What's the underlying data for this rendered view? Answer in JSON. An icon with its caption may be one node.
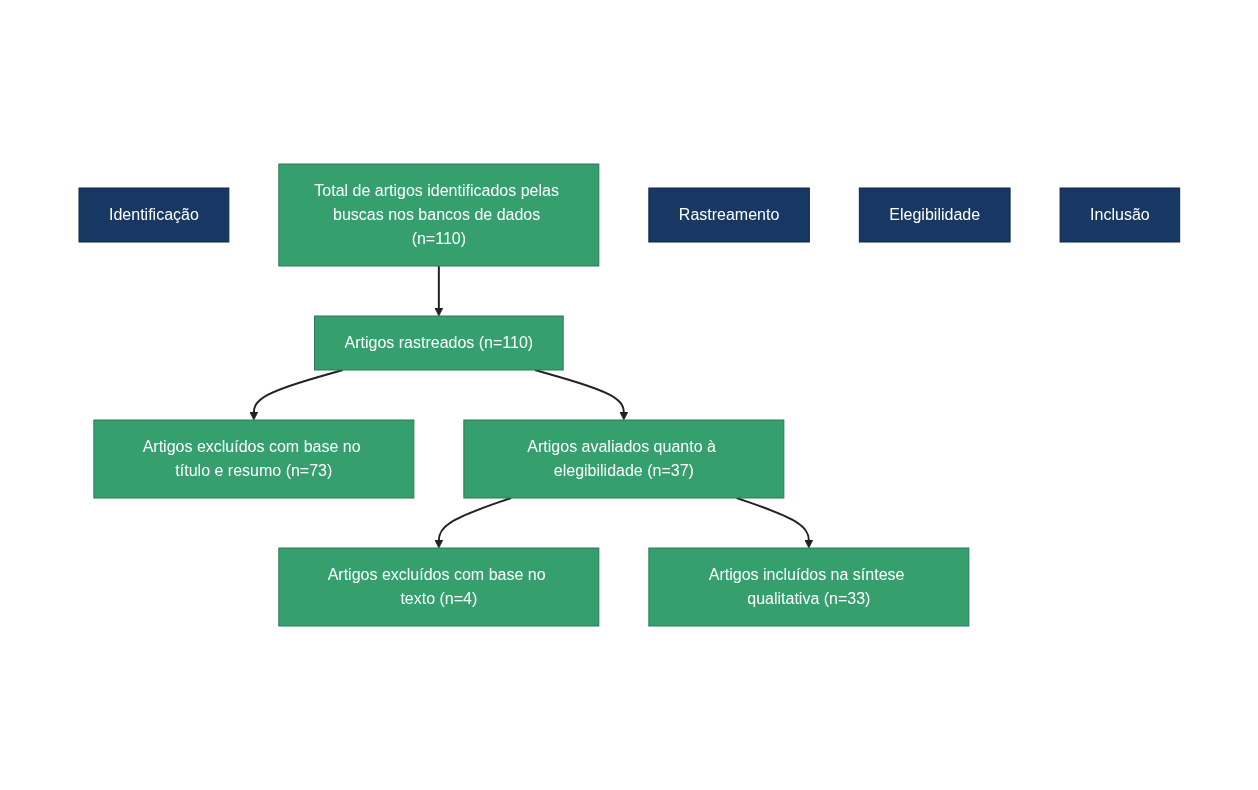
{
  "diagram": {
    "nodes": [
      {
        "text": [
          "Identificação"
        ]
      },
      {
        "text": [
          "Total de artigos identificados pelas buscas nos bancos de dados (n=110)"
        ]
      },
      {
        "text": [
          "Rastreamento"
        ]
      },
      {
        "text": [
          "Artigos rastreados (n=110)"
        ]
      },
      {
        "text": [
          "Artigos excluídos com base no título e resumo (n=73)"
        ]
      },
      {
        "text": [
          "Elegibilidade"
        ]
      },
      {
        "text": [
          "Artigos avaliados quanto à elegibilidade (n=37)"
        ]
      },
      {
        "text": [
          "Artigos excluídos com base no texto (n=4)"
        ]
      },
      {
        "text": [
          "Inclusão"
        ]
      },
      {
        "text": [
          "Artigos incluídos na síntese qualitativa (n=33)"
        ]
      }
    ],
    "edges": [
      {
        "from": 1,
        "to": 3,
        "arrow": "to"
      },
      {
        "from": 3,
        "to": 4,
        "arrow": "to"
      },
      {
        "from": 3,
        "to": 6,
        "arrow": "to"
      },
      {
        "from": 6,
        "to": 7,
        "arrow": "to"
      },
      {
        "from": 6,
        "to": 9,
        "arrow": "to"
      }
    ]
  }
}
